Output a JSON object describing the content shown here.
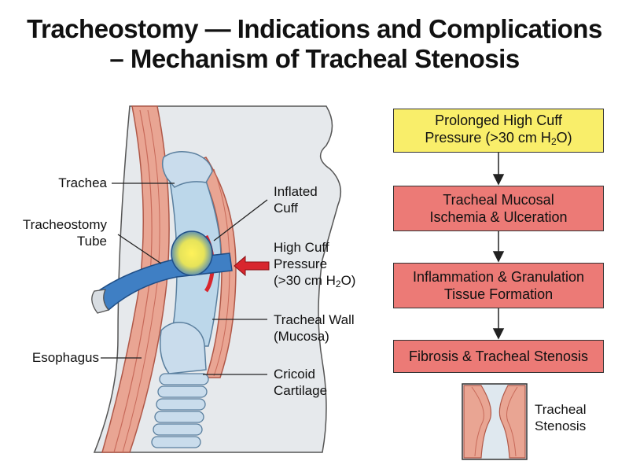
{
  "title": {
    "line1": "Tracheostomy — Indications and Complications",
    "line2": "– Mechanism of Tracheal Stenosis"
  },
  "labels": {
    "trachea": "Trachea",
    "tube_line1": "Tracheostomy",
    "tube_line2": "Tube",
    "esophagus": "Esophagus",
    "cuff_line1": "Inflated",
    "cuff_line2": "Cuff",
    "pressure_line1": "High Cuff",
    "pressure_line2": "Pressure",
    "pressure_line3_pre": "(>30 cm H",
    "pressure_line3_sub": "2",
    "pressure_line3_post": "O)",
    "wall_line1": "Tracheal Wall",
    "wall_line2": "(Mucosa)",
    "cricoid_line1": "Cricoid",
    "cricoid_line2": "Cartilage"
  },
  "flow": [
    {
      "line1": "Prolonged High Cuff",
      "line2_pre": "Pressure (>30 cm H",
      "line2_sub": "2",
      "line2_post": "O)",
      "color": "#f9ee6a"
    },
    {
      "line1": "Tracheal Mucosal",
      "line2": "Ischemia & Ulceration",
      "color": "#ec7a76"
    },
    {
      "line1": "Inflammation & Granulation",
      "line2": "Tissue Formation",
      "color": "#ec7a76"
    },
    {
      "line1": "Fibrosis & Tracheal Stenosis",
      "color": "#ec7a76"
    }
  ],
  "stenosis": {
    "line1": "Tracheal",
    "line2": "Stenosis"
  },
  "colors": {
    "tissue": "#e9a593",
    "tissue_dark": "#c86a5a",
    "trachea_blue": "#bcd7ea",
    "tube_blue": "#3f7fc4",
    "cuff_glow": "#fff25a",
    "arrow_red": "#d8262e",
    "background_gray": "#e6e9ec"
  }
}
